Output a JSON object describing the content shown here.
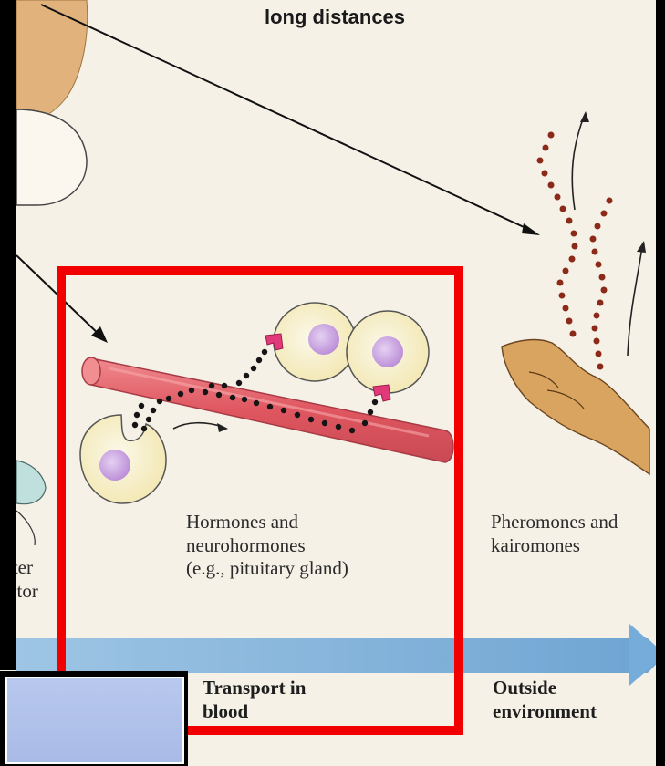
{
  "labels": {
    "top_title": "long distances",
    "hormones": "Hormones and\nneurohormones\n(e.g., pituitary gland)",
    "pheromones": "Pheromones and\nkairomones",
    "partial_left": "tter\nptor",
    "transport": "Transport in\nblood",
    "outside": "Outside\nenvironment"
  },
  "colors": {
    "background": "#f5f1e6",
    "blood_vessel": "#e15b63",
    "cell_fill": "#f7f0c4",
    "nucleus": "#c9a6de",
    "receptor": "#e1397a",
    "pheromone_dot": "#8c2a19",
    "scent_source": "#d9a45f",
    "arrow_band": "#76acd9",
    "highlight_box": "#f20000",
    "overlay_panel": "#b8c8ee"
  },
  "icons": {
    "cell": "cell-shape",
    "receptor": "receptor-icon",
    "arrow": "arrow-icon"
  }
}
